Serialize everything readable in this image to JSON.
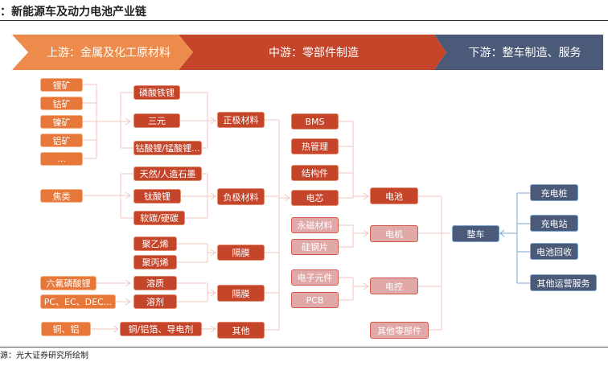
{
  "title": "：新能源车及动力电池产业链",
  "source": "源：光大证券研究所绘制",
  "banner": {
    "upstream": "上游：金属及化工原材料",
    "midstream": "中游：零部件制造",
    "downstream": "下游：整车制造、服务"
  },
  "colors": {
    "upstream": "#e8773a",
    "midstream": "#c4452a",
    "downstream": "#4b5a78",
    "light": "#e0a9a8"
  },
  "raw": [
    "锂矿",
    "钴矿",
    "镍矿",
    "铝矿",
    "...",
    "焦类",
    "六氟磷酸锂",
    "PC、EC、DEC...",
    "铜、铝"
  ],
  "materials": [
    "磷酸铁锂",
    "三元",
    "钴酸锂/锰酸锂...",
    "天然/人造石墨",
    "钛酸锂",
    "软碳/硬碳",
    "聚乙烯",
    "聚丙烯",
    "溶质",
    "溶剂",
    "铜/铝箔、导电剂"
  ],
  "components": [
    "正极材料",
    "负极材料",
    "隔膜",
    "隔膜",
    "其他"
  ],
  "parts": [
    "BMS",
    "热管理",
    "结构件",
    "电芯",
    "永磁材料",
    "硅钢片",
    "电子元件",
    "PCB"
  ],
  "systems": [
    "电池",
    "电机",
    "电控",
    "其他零部件"
  ],
  "vehicle": "整车",
  "services": [
    "充电桩",
    "充电站",
    "电池回收",
    "其他运营服务"
  ]
}
